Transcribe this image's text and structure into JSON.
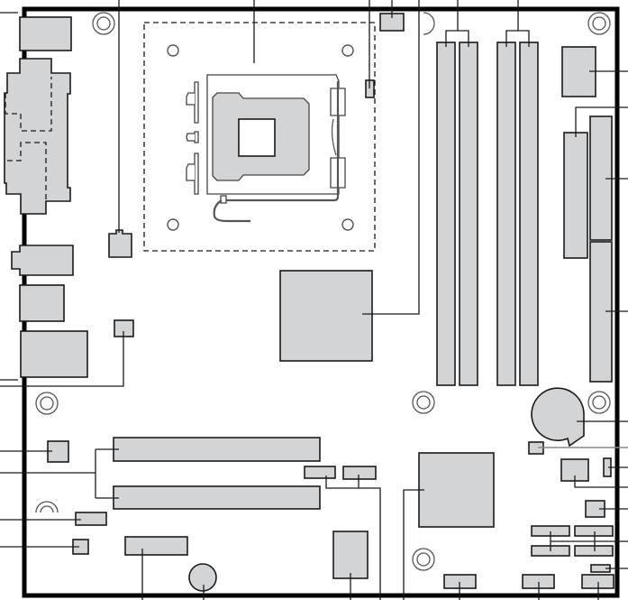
{
  "diagram": {
    "title": "",
    "type": "motherboard-component-layout",
    "colors": {
      "component_fill": "#d3d4d6",
      "outline": "#1a1a1a",
      "board_edge": "#000000",
      "background": "#ffffff"
    },
    "components": [
      {
        "id": "ps2-connector",
        "label": ""
      },
      {
        "id": "back-panel-io-stack",
        "label": ""
      },
      {
        "id": "processor-socket",
        "label": ""
      },
      {
        "id": "processor-fan-header",
        "label": ""
      },
      {
        "id": "power-connector-12v",
        "label": ""
      },
      {
        "id": "system-fan-header-top",
        "label": ""
      },
      {
        "id": "memory-channel-a",
        "label": ""
      },
      {
        "id": "memory-channel-b",
        "label": ""
      },
      {
        "id": "main-power-connector",
        "label": ""
      },
      {
        "id": "floppy-connector",
        "label": ""
      },
      {
        "id": "ide-connector-primary",
        "label": ""
      },
      {
        "id": "ide-connector-secondary",
        "label": ""
      },
      {
        "id": "northbridge-mch",
        "label": ""
      },
      {
        "id": "audio-jack-stack",
        "label": ""
      },
      {
        "id": "usb-lan-stack",
        "label": ""
      },
      {
        "id": "rear-fan-header",
        "label": ""
      },
      {
        "id": "audio-codec",
        "label": ""
      },
      {
        "id": "pci-slots",
        "label": ""
      },
      {
        "id": "cd-audio-header",
        "label": ""
      },
      {
        "id": "front-audio-header",
        "label": ""
      },
      {
        "id": "firewire-header",
        "label": ""
      },
      {
        "id": "speaker",
        "label": ""
      },
      {
        "id": "io-controller",
        "label": ""
      },
      {
        "id": "sata-connectors-small",
        "label": ""
      },
      {
        "id": "southbridge-ich",
        "label": ""
      },
      {
        "id": "usb-headers-bottom",
        "label": ""
      },
      {
        "id": "battery",
        "label": ""
      },
      {
        "id": "chassis-intrusion-header",
        "label": ""
      },
      {
        "id": "bios-config-jumper",
        "label": ""
      },
      {
        "id": "firmware-hub",
        "label": ""
      },
      {
        "id": "sata-connectors",
        "label": ""
      },
      {
        "id": "front-panel-header",
        "label": ""
      }
    ]
  }
}
